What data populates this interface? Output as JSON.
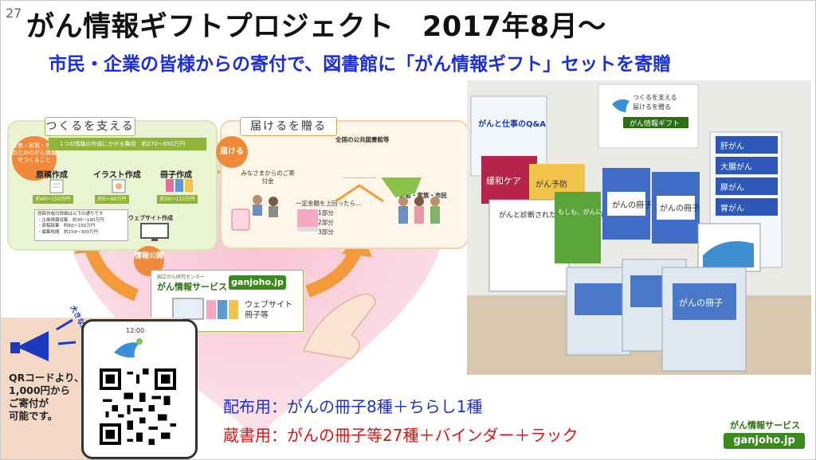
{
  "page_number": "27",
  "title": "がん情報ギフトプロジェクト　2017年8月～",
  "subtitle": "市民・企業の皆様からの寄付で、図書館に「がん情報ギフト」セットを寄贈",
  "left_panel": {
    "heading": "つくるを支える",
    "circle_label": "患者・家族・市民のためのがん情報をつくること",
    "cost_bar": "1つの情報の作成にかかる費用　約270～650万円",
    "tasks": [
      {
        "label": "原稿作成",
        "cost": "約40～150万円"
      },
      {
        "label": "イラスト作成",
        "cost": "約5～90万円"
      },
      {
        "label": "冊子作成",
        "cost": "約30～110万円"
      }
    ],
    "cost_note": [
      "原稿作成の詳細は以下の通りです",
      "・企画情報収集　約30～180万円",
      "・原稿執筆　約60～150万円",
      "・編集校閲　約159～300万円"
    ],
    "web_label": "ウェブサイト作成"
  },
  "right_panel": {
    "heading": "届けるを贈る",
    "deliver_badge": "届ける",
    "donors": "みなさまからのご寄付金",
    "amount_text": "一定金額を上回ったら...",
    "counts": [
      "1部分",
      "2部分",
      "3部分"
    ],
    "libraries": "全国の公共図書館等",
    "recipients": "患者・家族・市民"
  },
  "info": {
    "badge": "情報公開",
    "center": "国立がん研究センター",
    "service": "がん情報サービス",
    "url": "ganjoho.jp",
    "web": "ウェブサイト",
    "booklets": "冊子等"
  },
  "qr": {
    "text": [
      "QRコードより、",
      "1,000円から",
      "ご寄付が",
      "可能です。"
    ],
    "time": "12:00",
    "call": "大きな応援を!"
  },
  "bottom": {
    "distribution": "配布用：がんの冊子8種＋ちらし1種",
    "collection": "蔵書用：がんの冊子等27種＋バインダー＋ラック"
  },
  "logo": {
    "name": "がん情報サービス",
    "url": "ganjoho.jp"
  },
  "photo": {
    "poster": [
      "つくるを支える",
      "届けるを贈る",
      "がん情報ギフト"
    ],
    "book_titles": [
      "がんと仕事のQ&A",
      "緩和ケア",
      "がん予防",
      "もしも、がんになったら",
      "がんの冊子"
    ],
    "rack_labels": [
      "肝がん",
      "大腸がん",
      "膵がん",
      "胃がん"
    ],
    "highlight": "がんと診断されたあなたに知ってほしいこと"
  },
  "colors": {
    "title": "#111111",
    "subtitle": "#1b2fd6",
    "distribution": "#1b2fd6",
    "collection": "#e01010",
    "accent": "#f08a3a",
    "green": "#3a8a1e"
  }
}
